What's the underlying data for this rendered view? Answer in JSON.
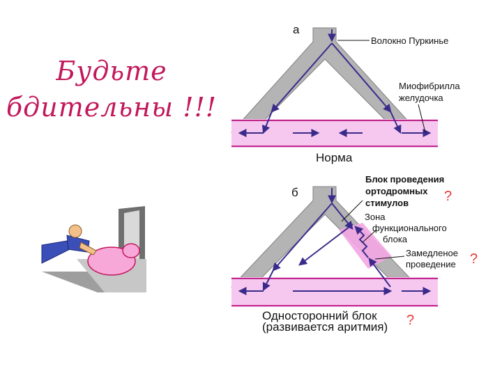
{
  "slogan": {
    "line1": "Будьте",
    "line2": "бдительны !!!"
  },
  "panel_a": {
    "letter": "а",
    "label_purkinje": "Волокно Пуркинье",
    "label_myofibril_1": "Миофибрилла",
    "label_myofibril_2": "желудочка",
    "caption": "Норма"
  },
  "panel_b": {
    "letter": "б",
    "label_block_1": "Блок проведения",
    "label_block_2": "ортодромных",
    "label_block_3": "стимулов",
    "label_zone_1": "Зона",
    "label_zone_2": "функционального",
    "label_zone_3": "блока",
    "label_slow_1": "Замедленое",
    "label_slow_2": "проведение",
    "caption_1": "Односторонний блок",
    "caption_2": "(развивается аритмия)",
    "question_mark": "?"
  },
  "colors": {
    "fiber": "#b4b4b4",
    "fiber_edge": "#808080",
    "muscle_band": "#f6c8ef",
    "muscle_line": "#c0288c",
    "arrow": "#3a2a8a",
    "zone": "#f2a6e3",
    "question": "#e53935",
    "slogan": "#c2185b"
  },
  "clipart": {
    "description_icon": "man-pushing-pig-through-door-icon"
  }
}
